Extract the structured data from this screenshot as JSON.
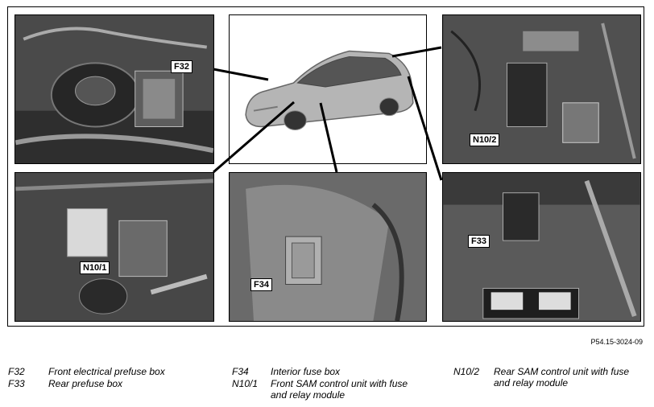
{
  "callouts": {
    "f32": "F32",
    "n10_2": "N10/2",
    "n10_1": "N10/1",
    "f34": "F34",
    "f33": "F33"
  },
  "reference": "P54.15-3024-09",
  "legend": [
    {
      "code": "F32",
      "desc": "Front electrical prefuse box"
    },
    {
      "code": "F33",
      "desc": "Rear prefuse box"
    },
    {
      "code": "F34",
      "desc": "Interior fuse box"
    },
    {
      "code": "N10/1",
      "desc": "Front SAM control unit with fuse and relay module"
    },
    {
      "code": "N10/2",
      "desc": "Rear SAM control unit with fuse and relay module"
    }
  ]
}
